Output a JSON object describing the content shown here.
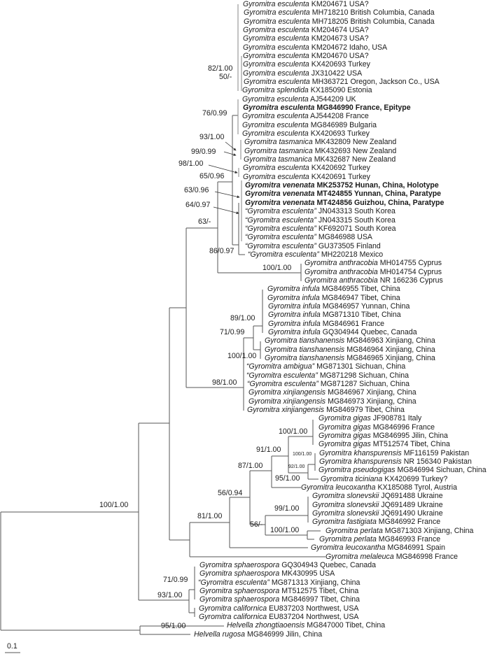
{
  "taxa": [
    {
      "sp": "Gyromitra esculenta",
      "rest": "KM204671 USA?"
    },
    {
      "sp": "Gyromitra esculenta",
      "rest": "MH718210 British Columbia, Canada"
    },
    {
      "sp": "Gyromitra esculenta",
      "rest": "MH718205 British Columbia, Canada"
    },
    {
      "sp": "Gyromitra esculenta",
      "rest": "KM204674 USA?"
    },
    {
      "sp": "Gyromitra esculenta",
      "rest": "KM204673 USA?"
    },
    {
      "sp": "Gyromitra esculenta",
      "rest": "KM204672 Idaho, USA"
    },
    {
      "sp": "Gyromitra esculenta",
      "rest": "KM204670 USA?"
    },
    {
      "sp": "Gyromitra esculenta",
      "rest": "KX420693 Turkey"
    },
    {
      "sp": "Gyromitra esculenta",
      "rest": "JX310422 USA"
    },
    {
      "sp": "Gyromitra esculenta",
      "rest": "MH363721 Oregon, Jackson Co., USA"
    },
    {
      "sp": "Gyromitra splendida",
      "rest": "KX185090 Estonia"
    },
    {
      "sp": "Gyromitra esculenta",
      "rest": "AJ544209 UK"
    },
    {
      "sp": "Gyromitra esculenta",
      "rest": "MG846990 France, Epitype",
      "bold": true
    },
    {
      "sp": "Gyromitra esculenta",
      "rest": "AJ544208 France"
    },
    {
      "sp": "Gyromitra esculenta",
      "rest": "MG846989 Bulgaria"
    },
    {
      "sp": "Gyromitra esculenta",
      "rest": "KX420693 Turkey"
    },
    {
      "sp": "Gyromitra tasmanica",
      "rest": "MK432809 New Zealand"
    },
    {
      "sp": "Gyromitra tasmanica",
      "rest": "MK432693 New Zealand"
    },
    {
      "sp": "Gyromitra tasmanica",
      "rest": "MK432687 New Zealand"
    },
    {
      "sp": "Gyromitra esculenta",
      "rest": "KX420692 Turkey"
    },
    {
      "sp": "Gyromitra esculenta",
      "rest": "KX420691 Turkey"
    },
    {
      "sp": "Gyromitra venenata",
      "rest": "MK253752 Hunan, China, Holotype",
      "bold": true
    },
    {
      "sp": "Gyromitra venenata",
      "rest": "MT424855 Yunnan, China, Paratype",
      "bold": true
    },
    {
      "sp": "Gyromitra venenata",
      "rest": "MT424856 Guizhou, China, Paratype",
      "bold": true
    },
    {
      "sp": "“Gyromitra esculenta”",
      "rest": "JN043313 South Korea"
    },
    {
      "sp": "“Gyromitra esculenta”",
      "rest": "JN043315 South Korea"
    },
    {
      "sp": "“Gyromitra esculenta”",
      "rest": "KF692071 South Korea"
    },
    {
      "sp": "“Gyromitra esculenta”",
      "rest": "MG846988 USA"
    },
    {
      "sp": "“Gyromitra esculenta”",
      "rest": "GU373505 Finland"
    },
    {
      "sp": "“Gyromitra esculenta”",
      "rest": "MH220218 Mexico"
    },
    {
      "sp": "Gyromitra anthracobia",
      "rest": "MH014755 Cyprus"
    },
    {
      "sp": "Gyromitra anthracobia",
      "rest": "MH014754 Cyprus"
    },
    {
      "sp": "Gyromitra anthracobia",
      "rest": "NR 166236 Cyprus"
    },
    {
      "sp": "Gyromitra infula",
      "rest": "MG846955 Tibet, China"
    },
    {
      "sp": "Gyromitra infula",
      "rest": "MG846947 Tibet, China"
    },
    {
      "sp": "Gyromitra infula",
      "rest": "MG846957 Yunnan, China"
    },
    {
      "sp": "Gyromitra infula",
      "rest": "MG871310 Tibet, China"
    },
    {
      "sp": "Gyromitra infula",
      "rest": "MG846961 France"
    },
    {
      "sp": "Gyromitra infula",
      "rest": "GQ304944 Quebec, Canada"
    },
    {
      "sp": "Gyromitra tianshanensis",
      "rest": "MG846963 Xinjiang, China"
    },
    {
      "sp": "Gyromitra tianshanensis",
      "rest": "MG846964 Xinjiang, China"
    },
    {
      "sp": "Gyromitra tianshanensis",
      "rest": "MG846965 Xinjiang, China"
    },
    {
      "sp": "“Gyromitra ambigua”",
      "rest": "MG871301 Sichuan, China"
    },
    {
      "sp": "“Gyromitra esculenta”",
      "rest": "MG871298 Sichuan, China"
    },
    {
      "sp": "“Gyromitra esculenta”",
      "rest": "MG871287 Sichuan, China"
    },
    {
      "sp": "Gyromitra xinjiangensis",
      "rest": "MG846967 Xinjiang, China"
    },
    {
      "sp": "Gyromitra xinjiangensis",
      "rest": "MG846973 Xinjiang, China"
    },
    {
      "sp": "Gyromitra xinjiangensis",
      "rest": "MG846979 Tibet, China"
    },
    {
      "sp": "Gyromitra gigas",
      "rest": "JF908781 Italy"
    },
    {
      "sp": "Gyromitra gigas",
      "rest": "MG846996 France"
    },
    {
      "sp": "Gyromitra gigas",
      "rest": "MG846995 Jilin, China"
    },
    {
      "sp": "Gyromitra gigas",
      "rest": "MT512574 Tibet, China"
    },
    {
      "sp": "Gyromitra khanspurensis",
      "rest": "MF116159 Pakistan"
    },
    {
      "sp": "Gyromitra khanspurensis",
      "rest": "NR 156340 Pakistan"
    },
    {
      "sp": "Gyromitra pseudogigas",
      "rest": "MG846994 Sichuan, China"
    },
    {
      "sp": "Gyromitra ticiniana",
      "rest": "KX420699 Turkey?"
    },
    {
      "sp": "Gyromitra leucoxantha",
      "rest": "KX185088 Tyrol, Austria"
    },
    {
      "sp": "Gyromitra slonevskii",
      "rest": "JQ691488 Ukraine"
    },
    {
      "sp": "Gyromitra slonevskii",
      "rest": "JQ691489 Ukraine"
    },
    {
      "sp": "Gyromitra slonevskii",
      "rest": "JQ691490 Ukraine"
    },
    {
      "sp": "Gyromitra fastigiata",
      "rest": "MG846992 France"
    },
    {
      "sp": "Gyromitra perlata",
      "rest": "MG871303 Xinjiang, China"
    },
    {
      "sp": "Gyromitra perlata",
      "rest": "MG846993 France"
    },
    {
      "sp": "Gyromitra leucoxantha",
      "rest": "MG846991 Spain"
    },
    {
      "sp": "Gyromitra melaleuca",
      "rest": "MG846998 France"
    },
    {
      "sp": "Gyromitra sphaerospora",
      "rest": "GQ304943 Quebec, Canada"
    },
    {
      "sp": "Gyromitra sphaerospora",
      "rest": "MK430995 USA"
    },
    {
      "sp": "“Gyromitra esculenta”",
      "rest": "MG871313 Xinjiang, China"
    },
    {
      "sp": "Gyromitra sphaerospora",
      "rest": "MT512575 Tibet, China"
    },
    {
      "sp": "Gyromitra sphaerospora",
      "rest": "MG846997 Tibet, China"
    },
    {
      "sp": "Gyromitra californica",
      "rest": "EU837203 Northwest, USA"
    },
    {
      "sp": "Gyromitra californica",
      "rest": "EU837204 Northwest, USA"
    },
    {
      "sp": "Helvella zhongtiaoensis",
      "rest": "MG847000 Tibet, China"
    },
    {
      "sp": "Helvella rugosa",
      "rest": "MG846999 Jilin, China"
    }
  ],
  "supports": [
    "82/1.00",
    "50/-",
    "76/0.99",
    "93/1.00",
    "99/0.99",
    "98/1.00",
    "65/0.96",
    "63/0.96",
    "64/0.97",
    "63/-",
    "86/0.97",
    "100/1.00",
    "89/1.00",
    "71/0.99",
    "100/1.00",
    "98/1.00",
    "100/1.00",
    "91/1.00",
    "100/1.00",
    "92/1.00",
    "87/1.00",
    "95/1.00",
    "56/0.94",
    "99/1.00",
    "81/1.00",
    "56/-",
    "100/1.00",
    "100/1.00",
    "71/0.99",
    "93/1.00",
    "95/1.00"
  ],
  "scale_bar": {
    "label": "0.1"
  },
  "colors": {
    "branch": "#555555",
    "branch_light": "#9a9a9a",
    "text": "#1a1a1a"
  }
}
